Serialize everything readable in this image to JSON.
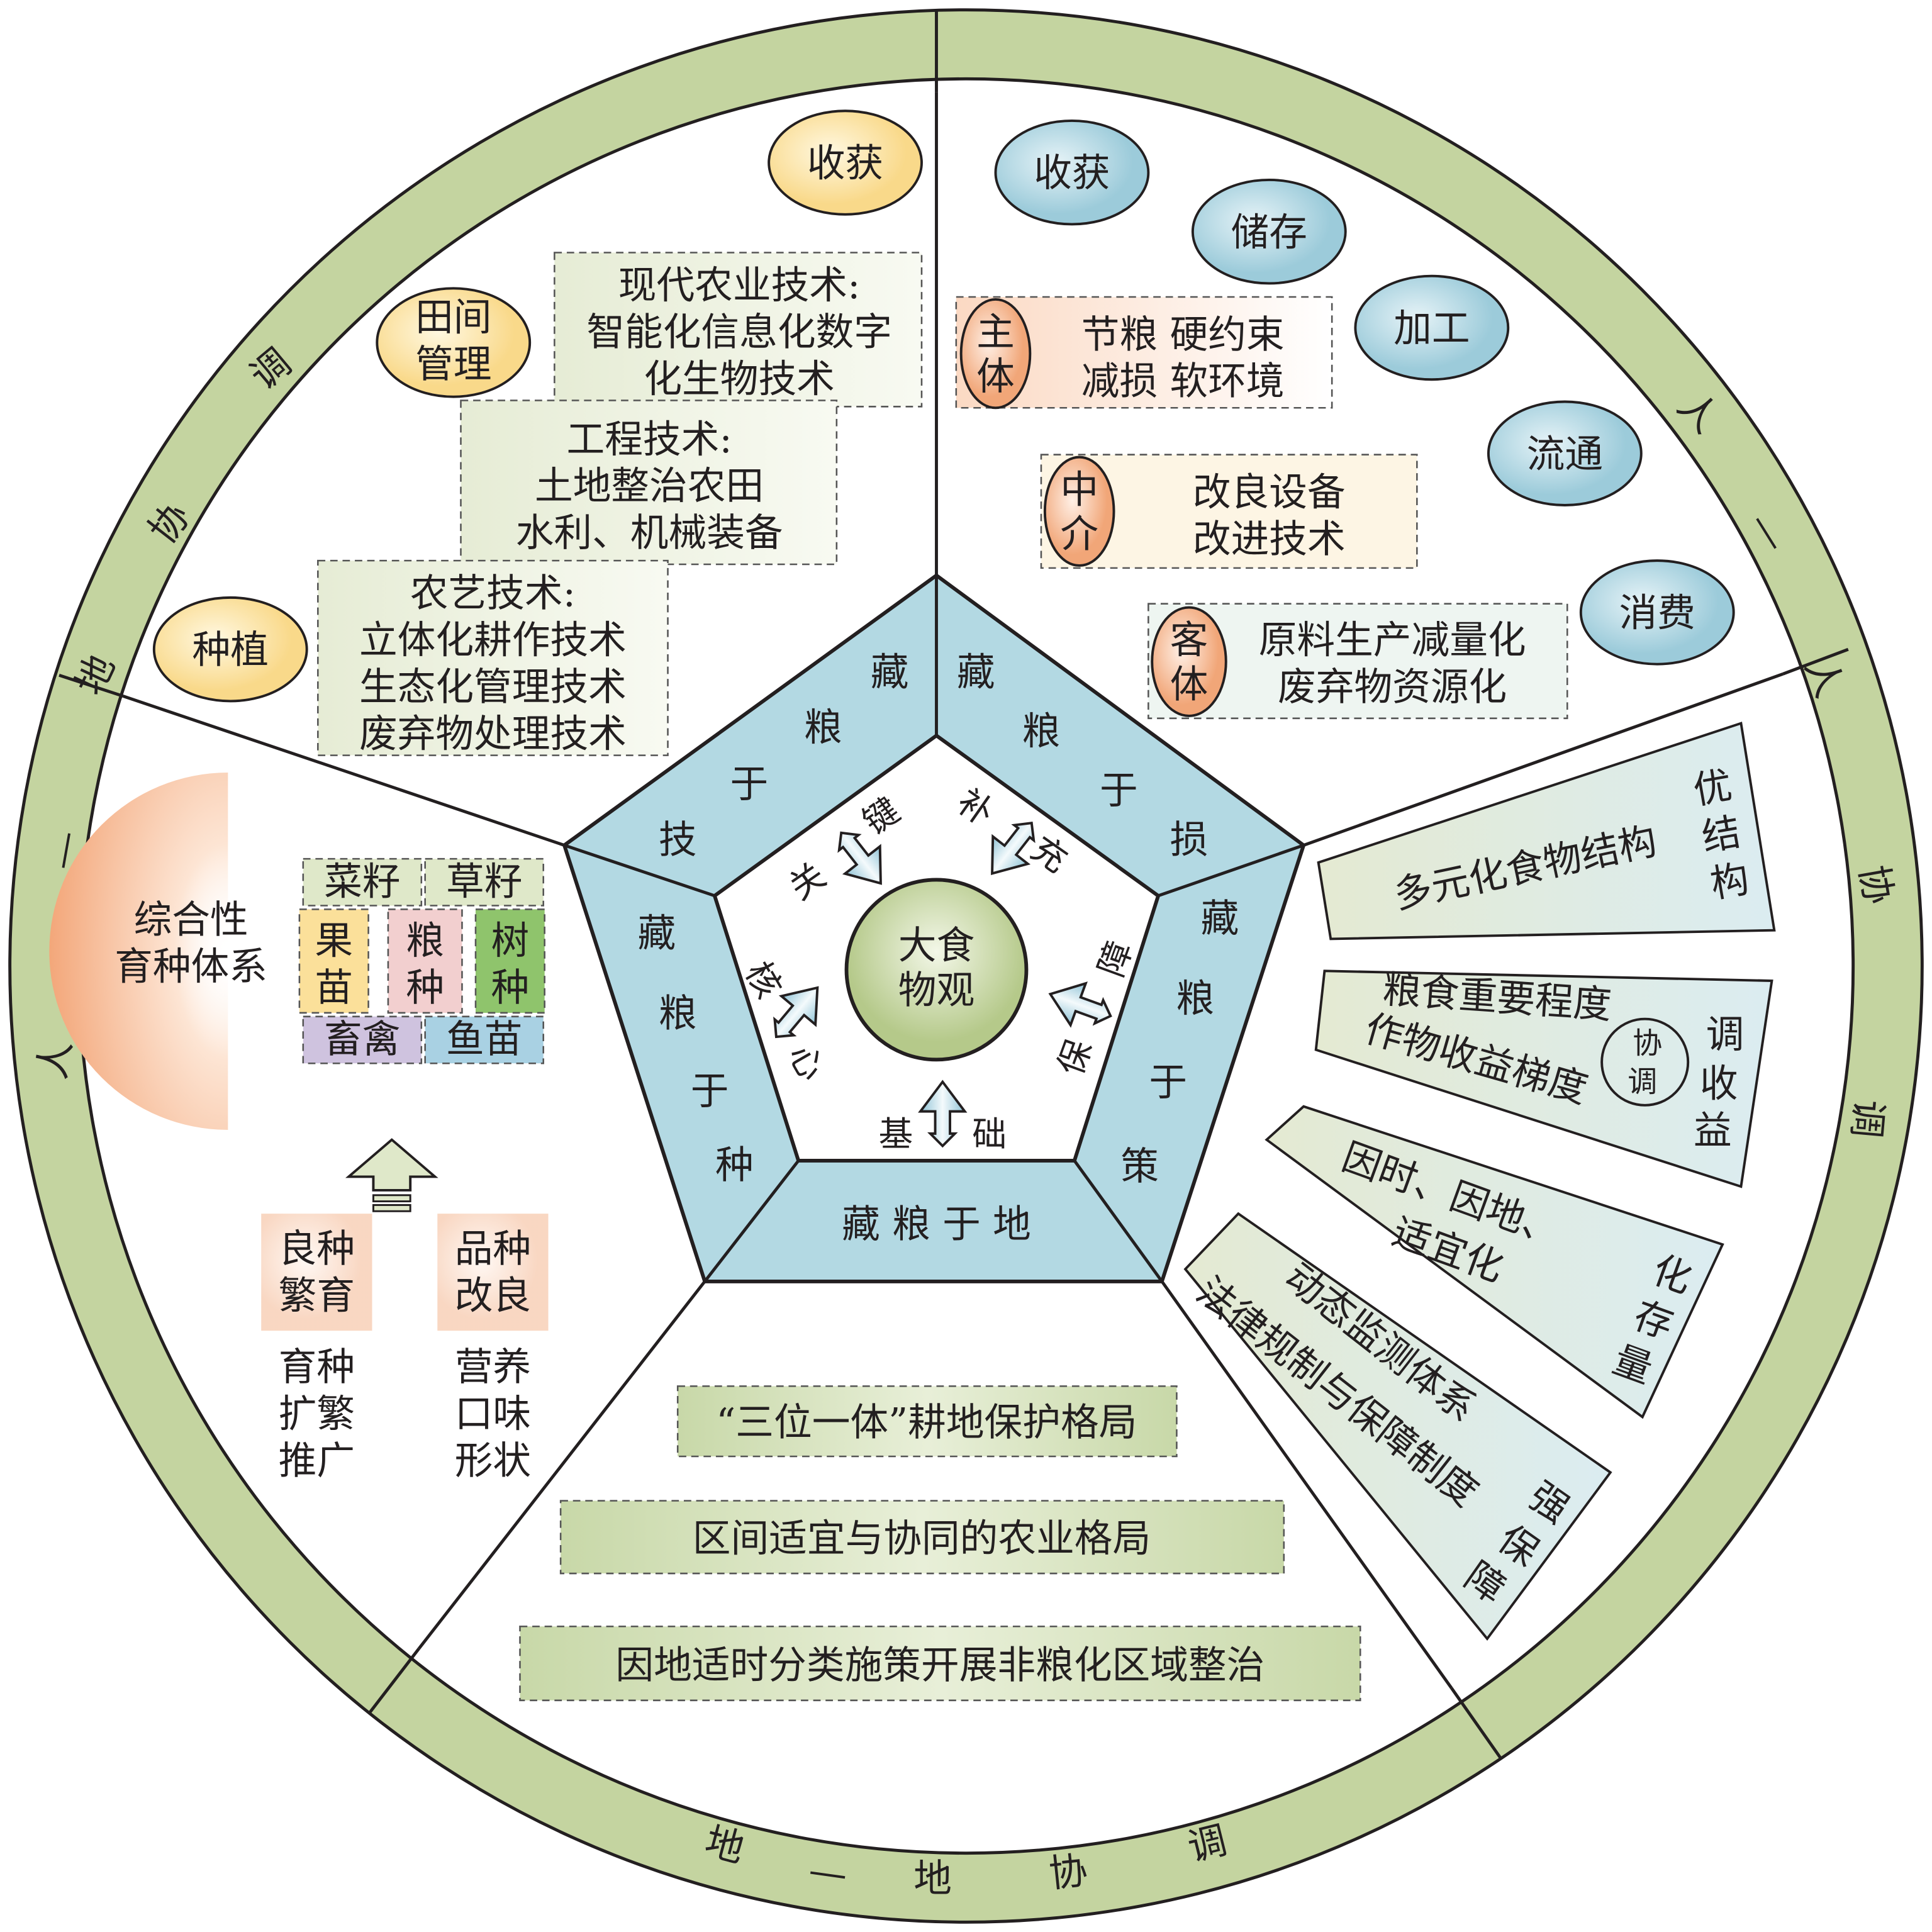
{
  "colors": {
    "ring": "#c4d4a0",
    "pentagon": "#b3d9e3",
    "center": "#c4d4a0",
    "blue_oval": "#a9d1de",
    "yellow_oval": "#fbe3a6",
    "orange": "#f5b48c"
  },
  "ring": {
    "left": [
      "人",
      "—",
      "地",
      "协",
      "调"
    ],
    "right": [
      "人",
      "—",
      "人",
      "协",
      "调"
    ],
    "bottom": [
      "地",
      "—",
      "地",
      "协",
      "调"
    ]
  },
  "center": {
    "line1": "大食",
    "line2": "物观"
  },
  "pentagon": {
    "tech": [
      "藏",
      "粮",
      "于",
      "技"
    ],
    "loss": [
      "藏",
      "粮",
      "于",
      "损"
    ],
    "policy": [
      "藏",
      "粮",
      "于",
      "策"
    ],
    "seed": [
      "藏",
      "粮",
      "于",
      "种"
    ],
    "land": "藏 粮 于 地"
  },
  "arrows": {
    "key": [
      "关",
      "键"
    ],
    "supplement": [
      "补",
      "充"
    ],
    "guarantee": [
      "保",
      "障"
    ],
    "core": [
      "核",
      "心"
    ],
    "basis": [
      "基",
      "础"
    ]
  },
  "tech_section": {
    "harvest": "收获",
    "field": [
      "田间",
      "管理"
    ],
    "planting": "种植",
    "modern": [
      "现代农业技术:",
      "智能化信息化数字",
      "化生物技术"
    ],
    "engineering": [
      "工程技术:",
      "土地整治农田",
      "水利、机械装备"
    ],
    "agronomy": [
      "农艺技术:",
      "立体化耕作技术",
      "生态化管理技术",
      "废弃物处理技术"
    ]
  },
  "loss_section": {
    "chain": [
      "收获",
      "储存",
      "加工",
      "流通",
      "消费"
    ],
    "subject": {
      "tag": [
        "主",
        "体"
      ],
      "lines": [
        "节粮 硬约束",
        "减损 软环境"
      ]
    },
    "intermediary": {
      "tag": [
        "中",
        "介"
      ],
      "lines": [
        "改良设备",
        "改进技术"
      ]
    },
    "object": {
      "tag": [
        "客",
        "体"
      ],
      "lines": [
        "原料生产减量化",
        "废弃物资源化"
      ]
    }
  },
  "policy_section": {
    "structure": {
      "text": "多元化食物结构",
      "tag": [
        "优",
        "结",
        "构"
      ]
    },
    "income": {
      "lines": [
        "粮食重要程度",
        "作物收益梯度"
      ],
      "circle": [
        "协",
        "调"
      ],
      "tag": [
        "调",
        "收",
        "益"
      ]
    },
    "stock": {
      "lines": [
        "因时、因地、",
        "适宜化"
      ],
      "tag": [
        "化",
        "存",
        "量"
      ]
    },
    "security": {
      "lines": [
        "动态监测体系",
        "法律规制与保障制度"
      ],
      "tag": [
        "强",
        "保",
        "障"
      ]
    }
  },
  "seed_section": {
    "title": [
      "综合性",
      "育种体系"
    ],
    "grid": [
      "菜籽",
      "草籽",
      "果苗",
      "粮种",
      "树种",
      "畜禽",
      "鱼苗"
    ],
    "breeding": {
      "title": [
        "良种",
        "繁育"
      ],
      "items": [
        "育种",
        "扩繁",
        "推广"
      ]
    },
    "improvement": {
      "title": [
        "品种",
        "改良"
      ],
      "items": [
        "营养",
        "口味",
        "形状"
      ]
    }
  },
  "land_section": {
    "items": [
      "“三位一体”耕地保护格局",
      "区间适宜与协同的农业格局",
      "因地适时分类施策开展非粮化区域整治"
    ]
  }
}
